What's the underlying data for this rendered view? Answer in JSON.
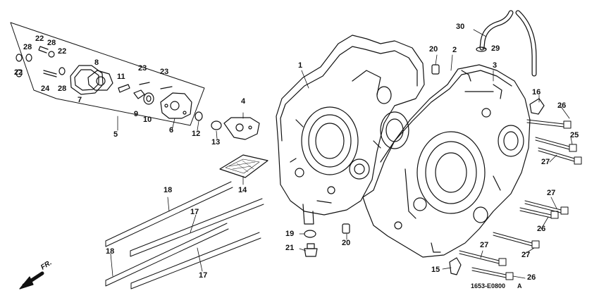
{
  "diagram": {
    "callouts": [
      "1",
      "2",
      "3",
      "4",
      "5",
      "6",
      "7",
      "8",
      "9",
      "10",
      "11",
      "12",
      "13",
      "14",
      "15",
      "16",
      "17",
      "17",
      "18",
      "18",
      "19",
      "20",
      "20",
      "21",
      "22",
      "22",
      "22",
      "23",
      "23",
      "24",
      "25",
      "26",
      "26",
      "26",
      "27",
      "27",
      "27",
      "27",
      "28",
      "28",
      "28",
      "29",
      "30"
    ],
    "front_indicator": "FR.",
    "drawing_code": "1653-E0800",
    "drawing_suffix": "A"
  }
}
